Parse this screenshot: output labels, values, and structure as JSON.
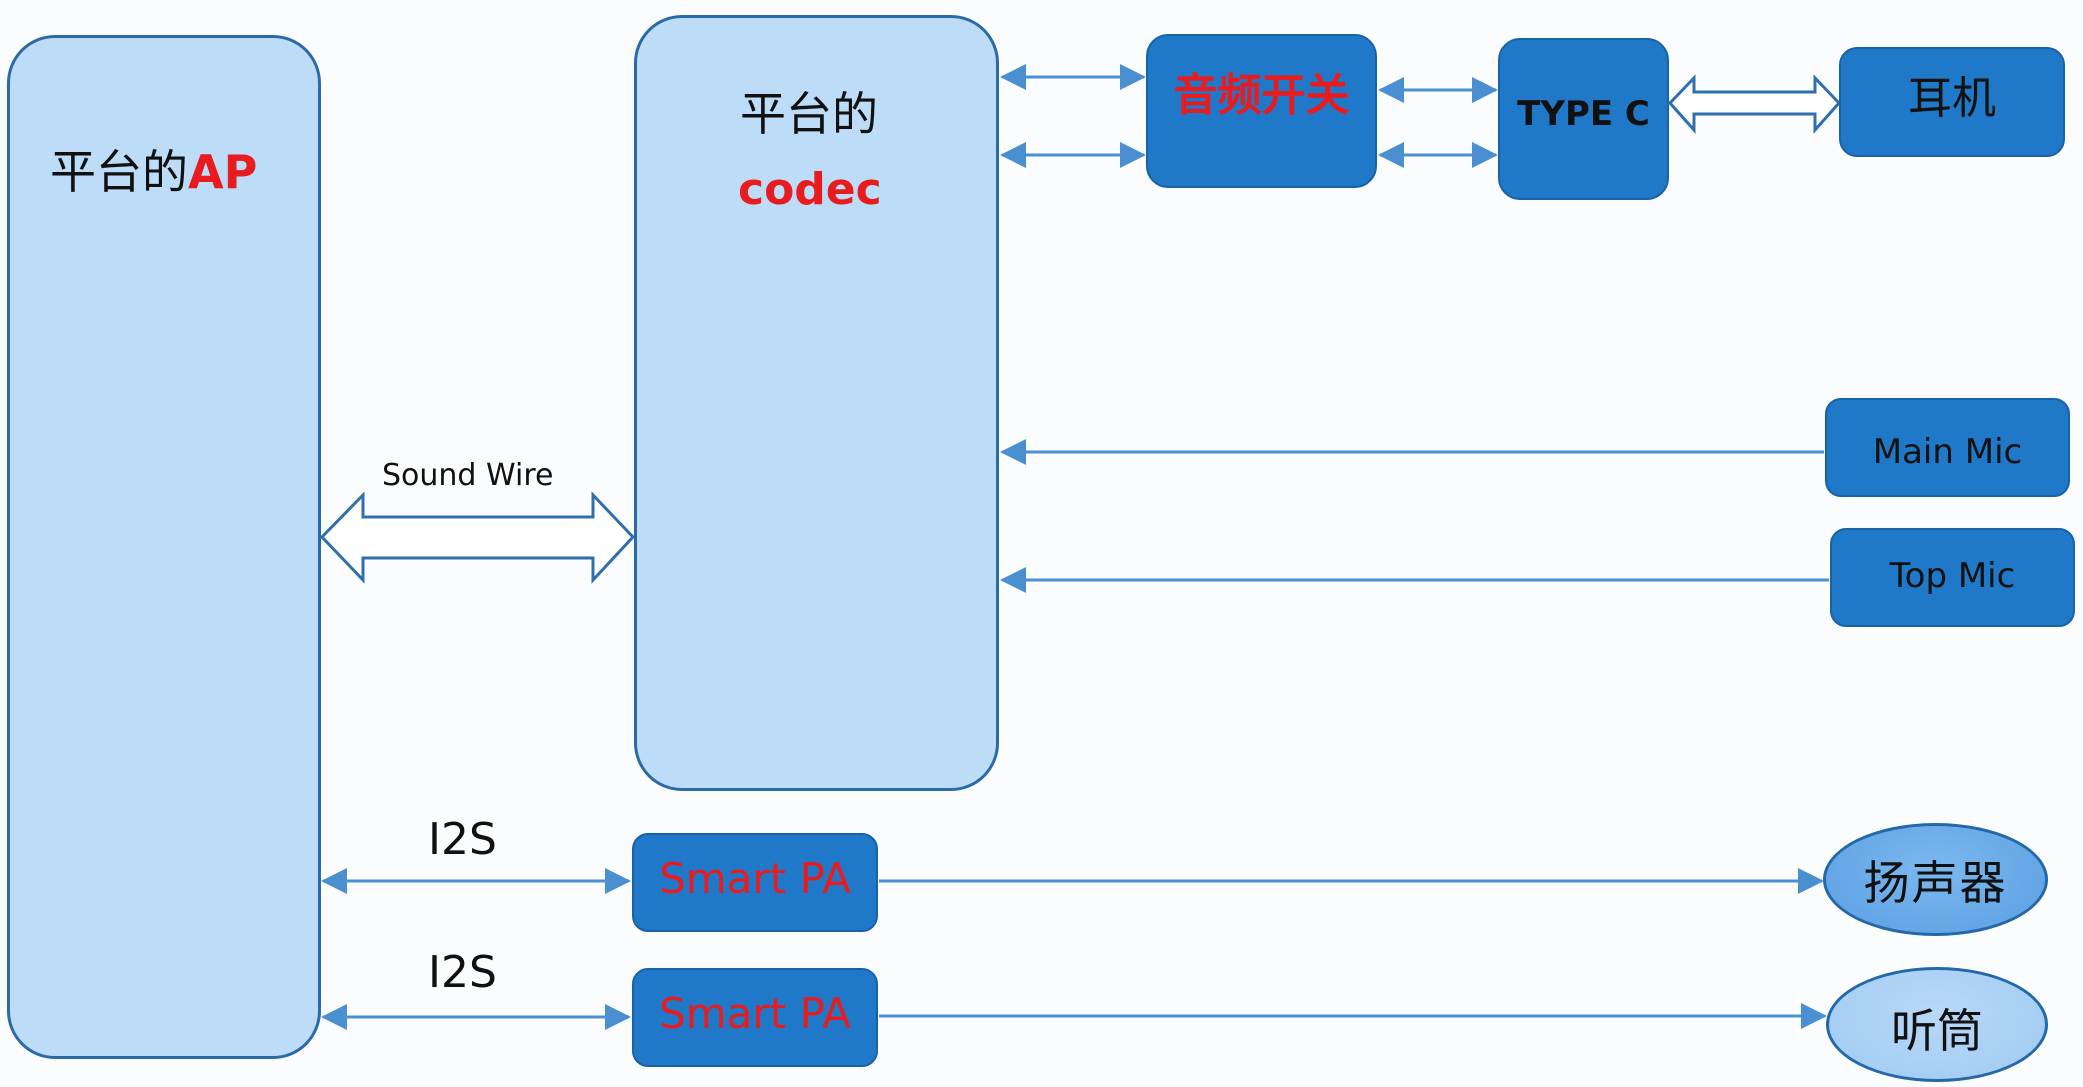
{
  "colors": {
    "light_block": "#bcdcf8",
    "dark_block": "#1f78c8",
    "wire": "#4a8fcf",
    "accent_red": "#e81c1f"
  },
  "ap": {
    "prefix": "平台的",
    "accent": "AP"
  },
  "codec": {
    "line1": "平台的",
    "line2": "codec"
  },
  "audio_switch": {
    "label": "音频开关"
  },
  "type_c": {
    "label": "TYPE C"
  },
  "earphone": {
    "label": "耳机"
  },
  "main_mic": {
    "label": "Main Mic"
  },
  "top_mic": {
    "label": "Top Mic"
  },
  "sound_wire": {
    "label": "Sound Wire"
  },
  "i2s_1": {
    "label": "I2S"
  },
  "i2s_2": {
    "label": "I2S"
  },
  "smart_pa_1": {
    "label": "Smart PA"
  },
  "smart_pa_2": {
    "label": "Smart PA"
  },
  "speaker": {
    "label": "扬声器"
  },
  "receiver": {
    "label": "听筒"
  }
}
